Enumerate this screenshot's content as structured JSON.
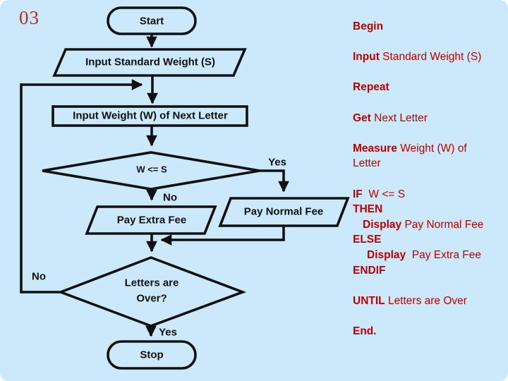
{
  "slide": {
    "page_number": "03",
    "background_color": "#cbe9fa",
    "accent_red": "#c00000",
    "page_number_color": "#bb2c26",
    "line_color": "#111111"
  },
  "flowchart": {
    "start_label": "Start",
    "input_standard": "Input Standard Weight (S)",
    "input_weight": "Input Weight (W) of Next Letter",
    "decision_weight": "W <= S",
    "yes_label_1": "Yes",
    "no_label_1": "No",
    "pay_extra": "Pay Extra Fee",
    "pay_normal": "Pay Normal Fee",
    "no_label_2": "No",
    "decision_letters_line1": "Letters are",
    "decision_letters_line2": "Over?",
    "yes_label_2": "Yes",
    "stop_label": "Stop"
  },
  "pseudocode": {
    "lines": [
      {
        "segments": [
          {
            "text": "Begin",
            "bold": true
          }
        ]
      },
      {
        "segments": []
      },
      {
        "segments": [
          {
            "text": "Input",
            "bold": true
          },
          {
            "text": " Standard Weight (S)",
            "bold": false
          }
        ]
      },
      {
        "segments": []
      },
      {
        "segments": [
          {
            "text": "Repeat",
            "bold": true
          }
        ]
      },
      {
        "segments": []
      },
      {
        "segments": [
          {
            "text": "Get",
            "bold": true
          },
          {
            "text": " Next Letter",
            "bold": false
          }
        ]
      },
      {
        "segments": []
      },
      {
        "segments": [
          {
            "text": "Measure",
            "bold": true
          },
          {
            "text": " Weight (W) of",
            "bold": false
          }
        ]
      },
      {
        "segments": [
          {
            "text": "Letter",
            "bold": false
          }
        ]
      },
      {
        "segments": []
      },
      {
        "segments": [
          {
            "text": "IF",
            "bold": true
          },
          {
            "text": "  W <= S",
            "bold": false
          }
        ]
      },
      {
        "segments": [
          {
            "text": "THEN",
            "bold": true
          }
        ]
      },
      {
        "indent": 1,
        "segments": [
          {
            "text": "Display",
            "bold": true
          },
          {
            "text": " Pay Normal Fee",
            "bold": false
          }
        ]
      },
      {
        "segments": [
          {
            "text": "ELSE",
            "bold": true
          }
        ]
      },
      {
        "indent": 2,
        "segments": [
          {
            "text": "Display",
            "bold": true
          },
          {
            "text": "  Pay Extra Fee",
            "bold": false
          }
        ]
      },
      {
        "segments": [
          {
            "text": "ENDIF",
            "bold": true
          }
        ]
      },
      {
        "segments": []
      },
      {
        "segments": [
          {
            "text": "UNTIL",
            "bold": true
          },
          {
            "text": " Letters are Over",
            "bold": false
          }
        ]
      },
      {
        "segments": []
      },
      {
        "segments": [
          {
            "text": "End.",
            "bold": true
          }
        ]
      }
    ]
  }
}
